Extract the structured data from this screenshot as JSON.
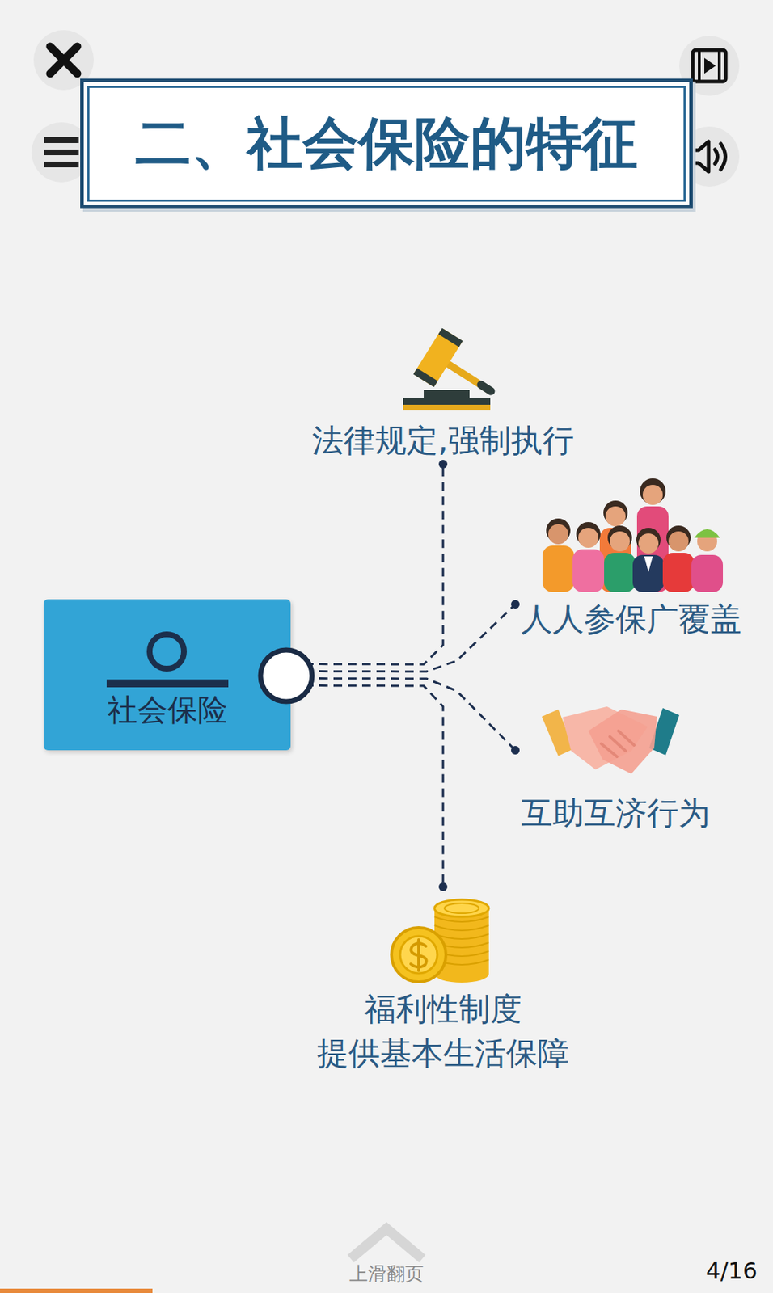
{
  "diagram": {
    "title": "二、社会保险的特征",
    "nodes": [
      {
        "text": [
          "社会保险"
        ]
      },
      {
        "text": [
          "法律规定,强制执行"
        ]
      },
      {
        "text": [
          "人人参保广覆盖"
        ]
      },
      {
        "text": [
          "互助互济行为"
        ]
      },
      {
        "text": [
          "福利性制度 提供基本生活保障"
        ]
      }
    ],
    "edges": [
      {
        "from": 0,
        "to": 1,
        "arrow": "none"
      },
      {
        "from": 0,
        "to": 2,
        "arrow": "none"
      },
      {
        "from": 0,
        "to": 3,
        "arrow": "none"
      },
      {
        "from": 0,
        "to": 4,
        "arrow": "none"
      }
    ],
    "labels": [
      "上滑翻页",
      "4/16"
    ]
  }
}
